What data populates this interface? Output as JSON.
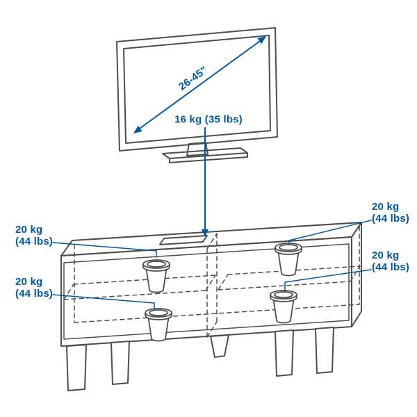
{
  "colors": {
    "background": "#ffffff",
    "line_art": "#4d4d4d",
    "accent": "#0058a3"
  },
  "tv": {
    "diagonal_label": "26-45\"",
    "weight_label": "16 kg (35 lbs)"
  },
  "bench": {
    "weight_labels": {
      "top_left": "20 kg\n(44 lbs)",
      "bottom_left": "20 kg\n(44 lbs)",
      "top_right": "20 kg\n(44 lbs)",
      "bottom_right": "20 kg\n(44 lbs)"
    }
  }
}
